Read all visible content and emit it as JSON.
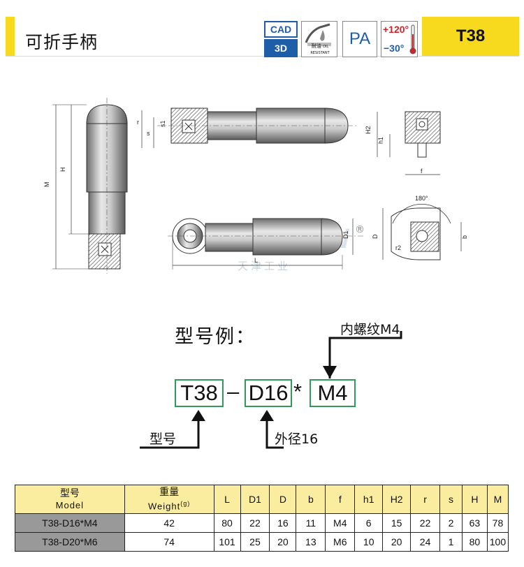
{
  "header": {
    "title": "可折手柄",
    "code": "T38",
    "badges": {
      "cad_top": "CAD",
      "cad_bottom": "3D",
      "oil_label": "耐油",
      "oil_sub": "OIL RESISTANT",
      "material": "PA",
      "temp_high": "+120°",
      "temp_low": "−30°"
    }
  },
  "drawing": {
    "labels": [
      "M",
      "H",
      "r",
      "s",
      "s1",
      "H2",
      "h1",
      "f",
      "L",
      "D1",
      "D",
      "b",
      "r2",
      "180°"
    ],
    "watermark": "TIANJIN",
    "watermark_cn": "天津工业",
    "registered": "®"
  },
  "example": {
    "title": "型号例：",
    "code": "T38",
    "dash": "–",
    "diameter": "D16",
    "star": "*",
    "thread": "M4",
    "thread_label": "内螺纹M4",
    "model_label": "型号",
    "diameter_label": "外径16"
  },
  "table": {
    "headers": [
      {
        "cn": "型号",
        "en": "Model"
      },
      {
        "cn": "重量",
        "en": "Weight",
        "unit": "(g)"
      },
      "L",
      "D1",
      "D",
      "b",
      "f",
      "h1",
      "H2",
      "r",
      "s",
      "H",
      "M"
    ],
    "rows": [
      [
        "T38-D16*M4",
        "42",
        "80",
        "22",
        "16",
        "11",
        "M4",
        "6",
        "15",
        "22",
        "2",
        "63",
        "78"
      ],
      [
        "T38-D20*M6",
        "74",
        "101",
        "25",
        "20",
        "13",
        "M6",
        "10",
        "20",
        "24",
        "1",
        "80",
        "100"
      ]
    ]
  }
}
